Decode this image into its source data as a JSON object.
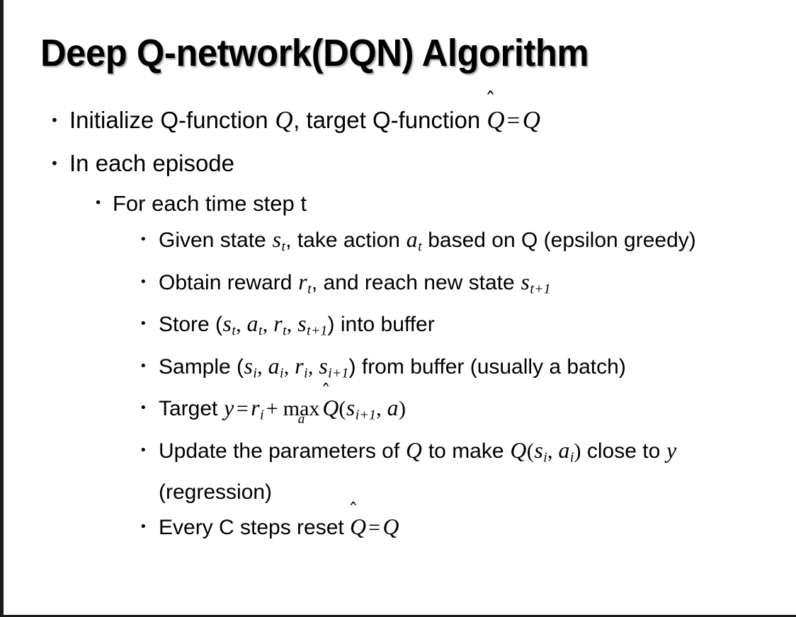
{
  "slide": {
    "title": "Deep Q-network(DQN) Algorithm",
    "background_color": "#ffffff",
    "text_color": "#000000",
    "border_color": "#1a1a1a",
    "bullet_glyph": "•"
  },
  "content": {
    "b1": {
      "pre": "Initialize Q-function ",
      "var_q1": "Q",
      "mid": ", target Q-function ",
      "qhat": "Q",
      "hat": "̂",
      "eq": "=",
      "var_q2": "Q"
    },
    "b2": {
      "text": "In each episode"
    },
    "b3": {
      "text": "For each time step t"
    },
    "b4": {
      "pre": "Given state ",
      "s": "s",
      "s_sub": "t",
      "mid": ", take action ",
      "a": "a",
      "a_sub": "t",
      "post": " based on Q (epsilon greedy)"
    },
    "b5": {
      "pre": "Obtain reward ",
      "r": "r",
      "r_sub": "t",
      "mid": ", and reach new state ",
      "s": "s",
      "s_sub": "t+1"
    },
    "b6": {
      "pre": "Store (",
      "s1": "s",
      "s1_sub": "t",
      "c1": ", ",
      "a1": "a",
      "a1_sub": "t",
      "c2": ", ",
      "r1": "r",
      "r1_sub": "t",
      "c3": ", ",
      "s2": "s",
      "s2_sub": "t+1",
      "post": ") into buffer"
    },
    "b7": {
      "pre": "Sample (",
      "s1": "s",
      "s1_sub": "i",
      "c1": ", ",
      "a1": "a",
      "a1_sub": "i",
      "c2": ", ",
      "r1": "r",
      "r1_sub": "i",
      "c3": ", ",
      "s2": "s",
      "s2_sub": "i+1",
      "post": ") from buffer (usually a batch)"
    },
    "b8": {
      "pre": "Target ",
      "y": "y",
      "eq": "=",
      "r": "r",
      "r_sub": "i",
      "plus": "+",
      "max_op": "max",
      "max_under": "a",
      "qhat": "Q",
      "hat": "̂",
      "open": "(",
      "s": "s",
      "s_sub": "i+1",
      "comma": ", ",
      "a": "a",
      "close": ")"
    },
    "b9": {
      "pre": "Update the parameters of ",
      "q1": "Q",
      "mid": " to make ",
      "q2": "Q",
      "open": "(",
      "s": "s",
      "s_sub": "i",
      "comma": ", ",
      "a": "a",
      "a_sub": "i",
      "close": ")",
      "post": " close to ",
      "y": "y",
      "tail": " (regression)"
    },
    "b10": {
      "pre": "Every C steps reset ",
      "qhat": "Q",
      "hat": "̂",
      "eq": "=",
      "q": "Q"
    }
  }
}
